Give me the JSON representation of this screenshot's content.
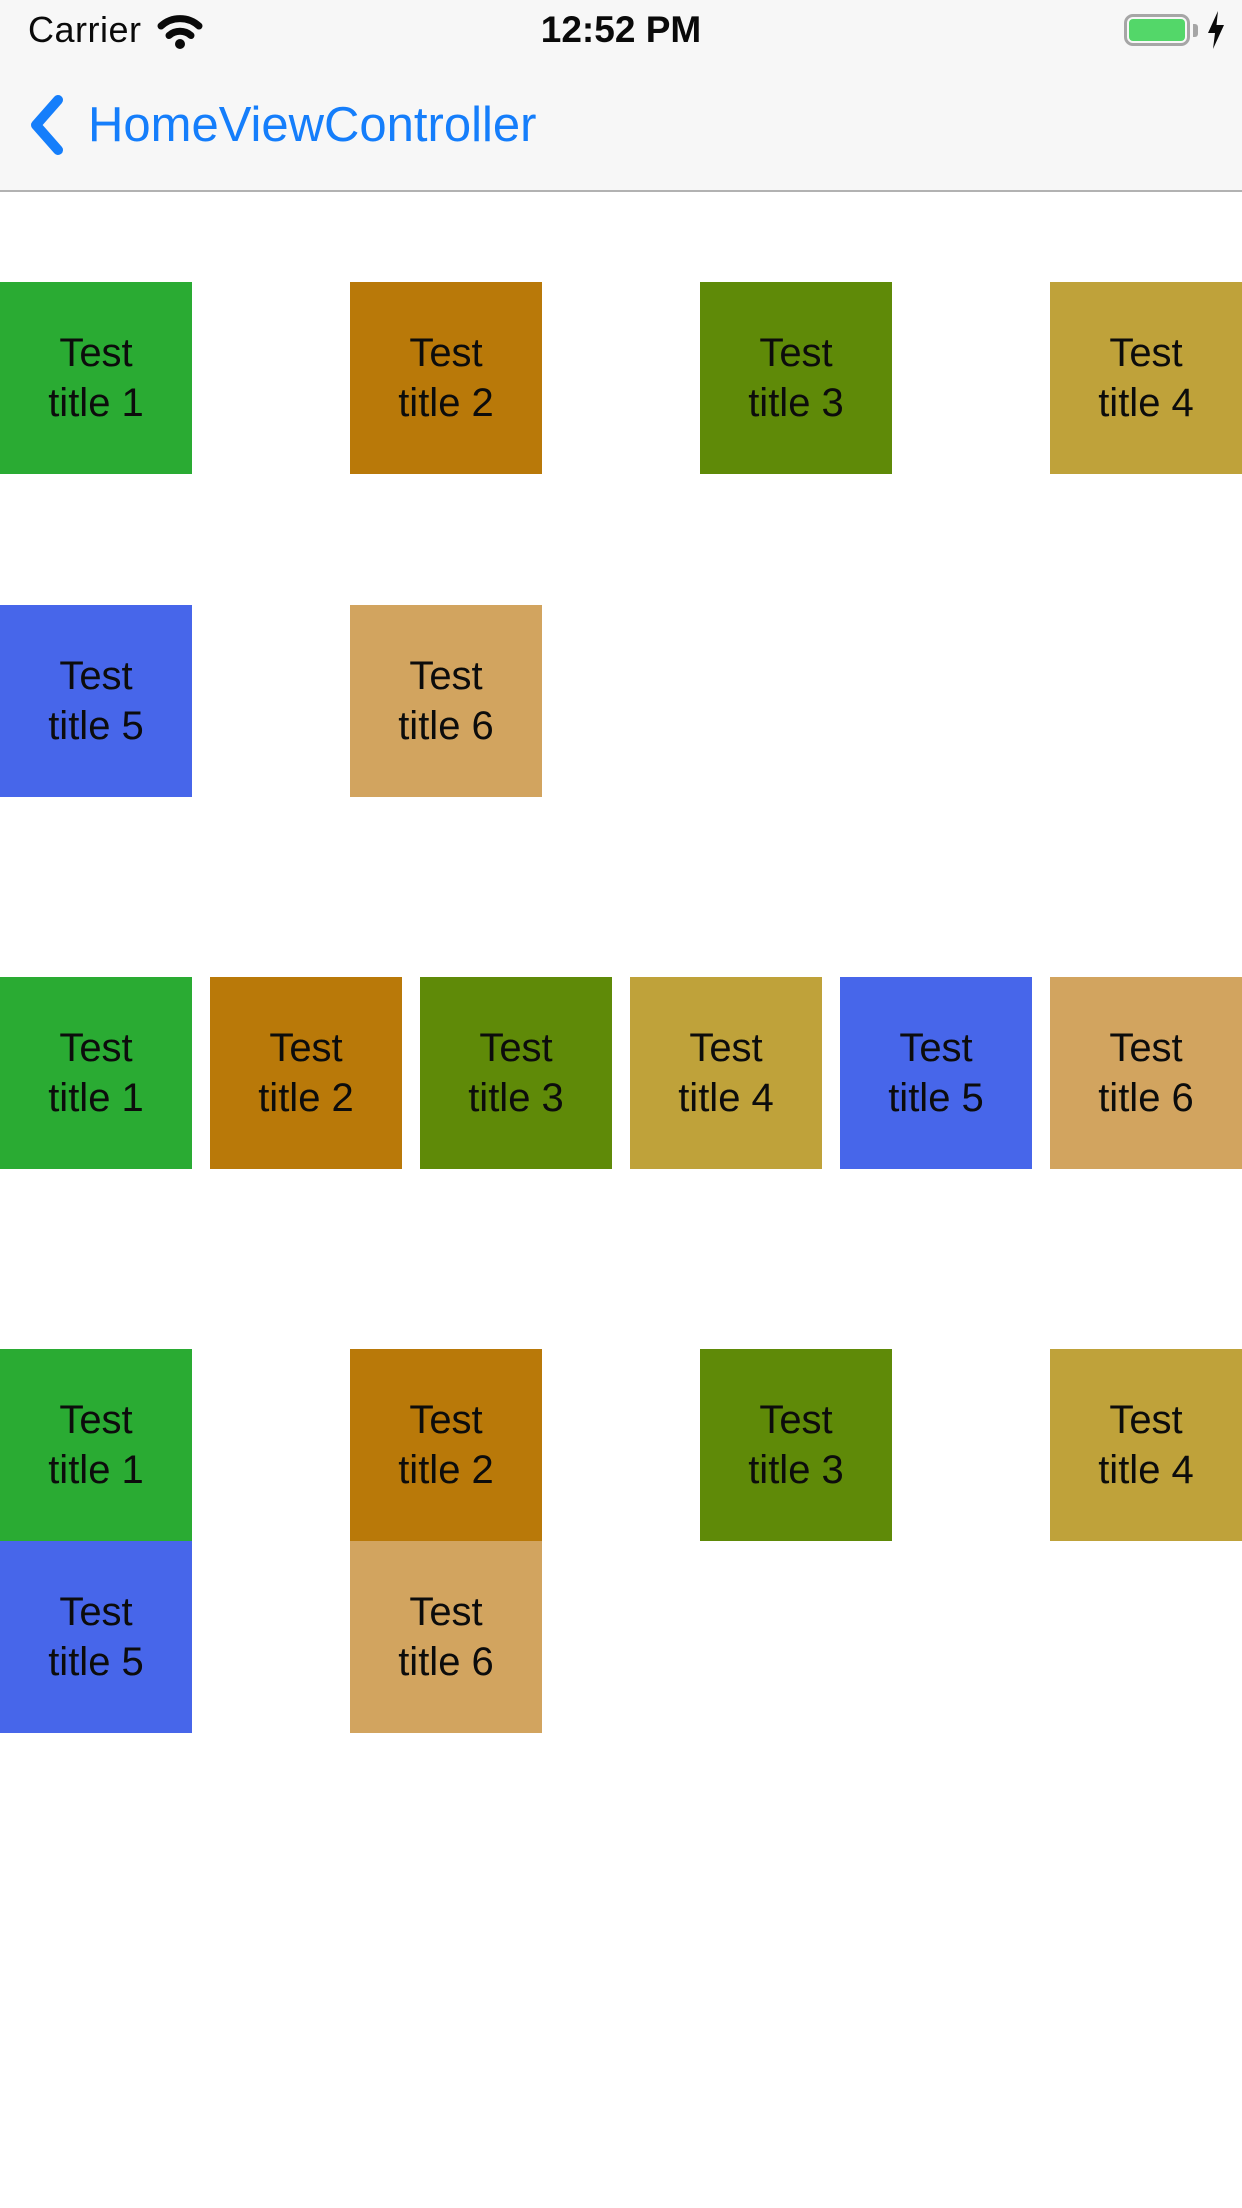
{
  "status_bar": {
    "carrier": "Carrier",
    "time": "12:52 PM",
    "battery_color": "#53d769",
    "battery_level": "full",
    "charging": true
  },
  "nav_bar": {
    "back_label": "HomeViewController",
    "accent_color": "#157efb"
  },
  "tile_colors": {
    "green": "#2aab33",
    "orange": "#b97909",
    "olive": "#5f8a08",
    "gold": "#bfa23a",
    "blue": "#4766ea",
    "tan": "#d2a45f"
  },
  "sections": [
    {
      "name": "spread-grid",
      "items": [
        {
          "line1": "Test",
          "line2": "title 1",
          "color": "#2aab33"
        },
        {
          "line1": "Test",
          "line2": "title 2",
          "color": "#b97909"
        },
        {
          "line1": "Test",
          "line2": "title 3",
          "color": "#5f8a08"
        },
        {
          "line1": "Test",
          "line2": "title 4",
          "color": "#bfa23a"
        },
        {
          "line1": "Test",
          "line2": "title 5",
          "color": "#4766ea"
        },
        {
          "line1": "Test",
          "line2": "title 6",
          "color": "#d2a45f"
        }
      ]
    },
    {
      "name": "tight-row",
      "items": [
        {
          "line1": "Test",
          "line2": "title 1",
          "color": "#2aab33"
        },
        {
          "line1": "Test",
          "line2": "title 2",
          "color": "#b97909"
        },
        {
          "line1": "Test",
          "line2": "title 3",
          "color": "#5f8a08"
        },
        {
          "line1": "Test",
          "line2": "title 4",
          "color": "#bfa23a"
        },
        {
          "line1": "Test",
          "line2": "title 5",
          "color": "#4766ea"
        },
        {
          "line1": "Test",
          "line2": "title 6",
          "color": "#d2a45f"
        }
      ]
    },
    {
      "name": "stacked-grid",
      "items": [
        {
          "line1": "Test",
          "line2": "title 1",
          "color": "#2aab33"
        },
        {
          "line1": "Test",
          "line2": "title 2",
          "color": "#b97909"
        },
        {
          "line1": "Test",
          "line2": "title 3",
          "color": "#5f8a08"
        },
        {
          "line1": "Test",
          "line2": "title 4",
          "color": "#bfa23a"
        },
        {
          "line1": "Test",
          "line2": "title 5",
          "color": "#4766ea"
        },
        {
          "line1": "Test",
          "line2": "title 6",
          "color": "#d2a45f"
        }
      ]
    }
  ]
}
